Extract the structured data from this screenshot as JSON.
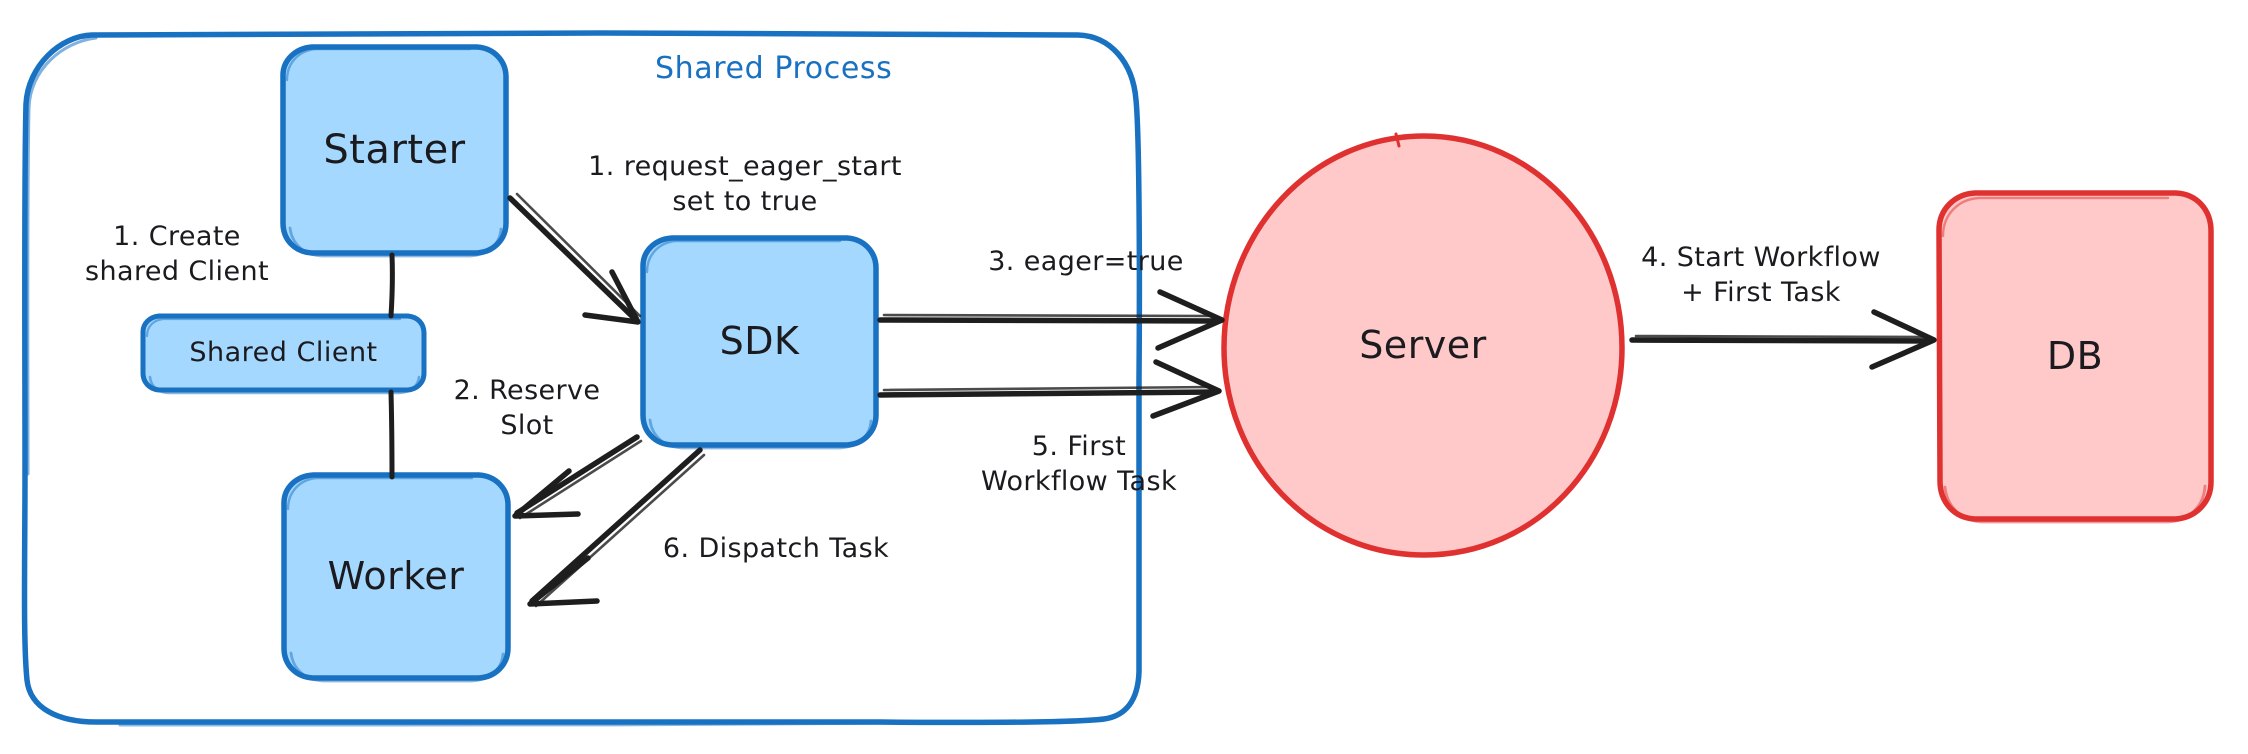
{
  "diagram": {
    "title": "Eager Workflow Start — Shared Process sequence",
    "background": "#ffffff",
    "palette": {
      "blue_fill": "#a5d8ff",
      "blue_stroke": "#1971c2",
      "red_fill": "#ffc9c9",
      "red_stroke": "#e03131",
      "arrow_stroke": "#1e1e1e",
      "group_label_color": "#1971c2"
    }
  },
  "group": {
    "name": "shared-process",
    "title": "Shared Process",
    "shape": "rounded-rectangle",
    "stroke": "#1971c2",
    "fill": "transparent"
  },
  "nodes": [
    {
      "id": "starter",
      "label": "Starter",
      "shape": "rounded-rectangle",
      "fill": "#a5d8ff",
      "stroke": "#1971c2"
    },
    {
      "id": "shared-client",
      "label": "Shared Client",
      "shape": "rounded-rectangle",
      "fill": "#a5d8ff",
      "stroke": "#1971c2"
    },
    {
      "id": "worker",
      "label": "Worker",
      "shape": "rounded-rectangle",
      "fill": "#a5d8ff",
      "stroke": "#1971c2"
    },
    {
      "id": "sdk",
      "label": "SDK",
      "shape": "rounded-rectangle",
      "fill": "#a5d8ff",
      "stroke": "#1971c2"
    },
    {
      "id": "server",
      "label": "Server",
      "shape": "ellipse",
      "fill": "#ffc9c9",
      "stroke": "#e03131"
    },
    {
      "id": "db",
      "label": "DB",
      "shape": "rounded-rectangle",
      "fill": "#ffc9c9",
      "stroke": "#e03131"
    }
  ],
  "edges": [
    {
      "id": "create-shared-client",
      "label": "1. Create\nshared Client",
      "from": "starter",
      "to": "shared-client",
      "arrowhead": "none"
    },
    {
      "id": "request-eager-start",
      "label": "1. request_eager_start\nset to true",
      "from": "starter",
      "to": "sdk",
      "arrowhead": "triangle"
    },
    {
      "id": "reserve-slot",
      "label": "2. Reserve\nSlot",
      "from": "sdk",
      "to": "worker",
      "arrowhead": "triangle"
    },
    {
      "id": "eager-true",
      "label": "3. eager=true",
      "from": "sdk",
      "to": "server",
      "arrowhead": "triangle"
    },
    {
      "id": "start-workflow-first-task",
      "label": "4. Start Workflow\n+ First Task",
      "from": "server",
      "to": "db",
      "arrowhead": "triangle"
    },
    {
      "id": "first-workflow-task",
      "label": "5. First\nWorkflow Task",
      "from": "server",
      "to": "sdk",
      "arrowhead": "triangle"
    },
    {
      "id": "dispatch-task",
      "label": "6. Dispatch Task",
      "from": "sdk",
      "to": "worker",
      "arrowhead": "triangle"
    }
  ]
}
